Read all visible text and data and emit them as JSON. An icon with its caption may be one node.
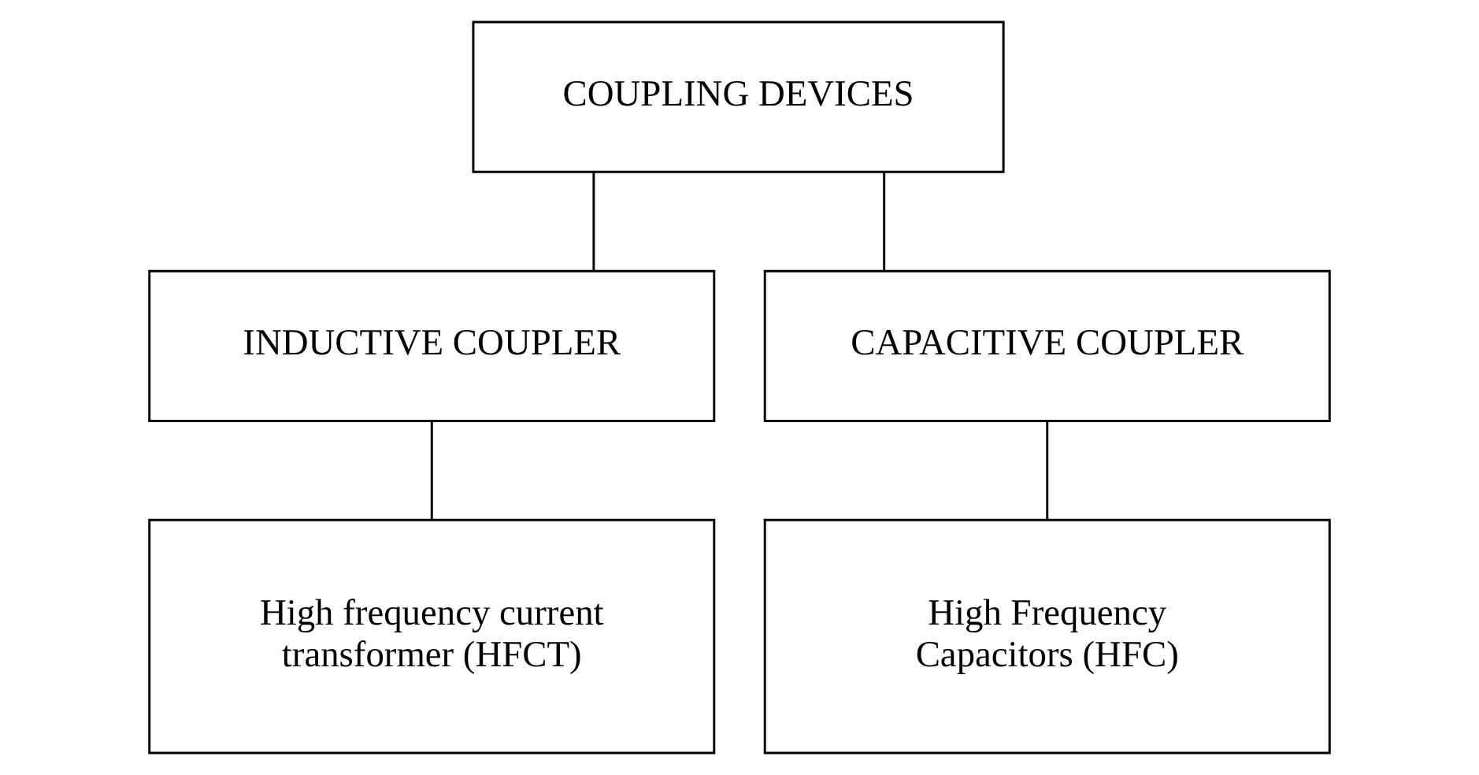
{
  "diagram": {
    "nodes": [
      {
        "text": [
          "COUPLING DEVICES"
        ]
      },
      {
        "text": [
          "INDUCTIVE COUPLER"
        ]
      },
      {
        "text": [
          "CAPACITIVE COUPLER"
        ]
      },
      {
        "text": [
          "High frequency current transformer (HFCT)"
        ]
      },
      {
        "text": [
          "High Frequency Capacitors (HFC)"
        ]
      }
    ],
    "edges": [
      {
        "from": 0,
        "to": 1,
        "arrow": "none"
      },
      {
        "from": 0,
        "to": 2,
        "arrow": "none"
      },
      {
        "from": 1,
        "to": 3,
        "arrow": "none"
      },
      {
        "from": 2,
        "to": 4,
        "arrow": "none"
      }
    ]
  }
}
